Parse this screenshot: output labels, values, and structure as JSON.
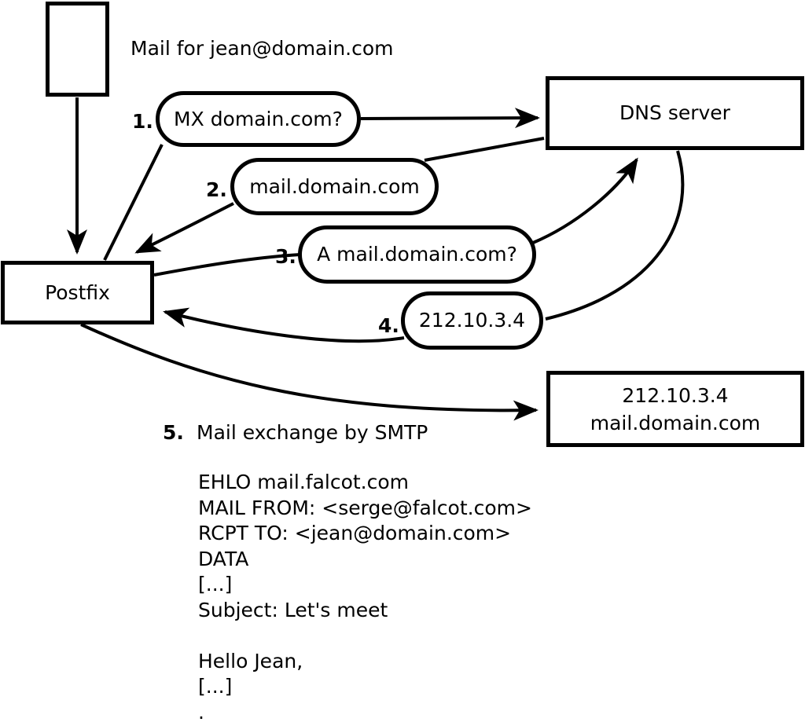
{
  "title": "Mail for jean@domain.com",
  "nodes": {
    "postfix": "Postfix",
    "dns_server": "DNS server",
    "mail_server": {
      "line1": "212.10.3.4",
      "line2": "mail.domain.com"
    }
  },
  "steps": [
    {
      "num": "1.",
      "label": "MX domain.com?"
    },
    {
      "num": "2.",
      "label": "mail.domain.com"
    },
    {
      "num": "3.",
      "label": "A mail.domain.com?"
    },
    {
      "num": "4.",
      "label": "212.10.3.4"
    },
    {
      "num": "5.",
      "label": "Mail exchange by SMTP"
    }
  ],
  "smtp_session": "EHLO mail.falcot.com\nMAIL FROM: <serge@falcot.com>\nRCPT TO: <jean@domain.com>\nDATA\n[...]\nSubject: Let's meet\n\nHello Jean,\n[...]\n.",
  "colors": {
    "ink": "#000000",
    "background": "#ffffff"
  }
}
